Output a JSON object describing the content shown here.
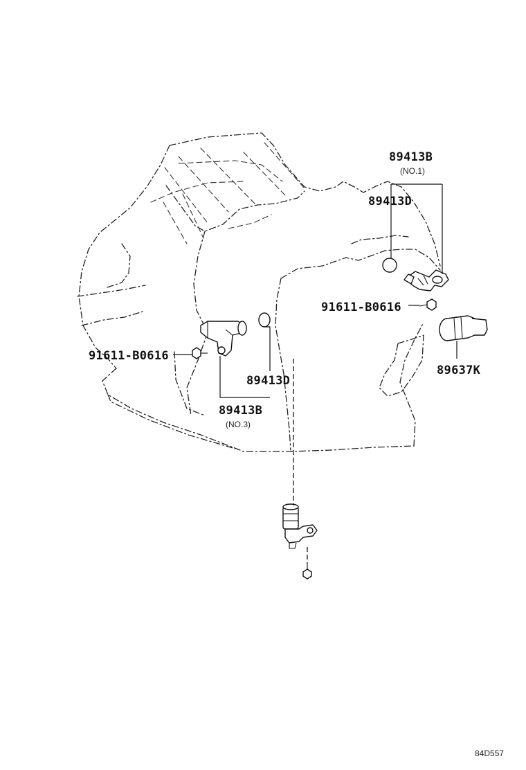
{
  "labels": {
    "speed_sensor_no1": {
      "part_number": "89413B",
      "note": "(NO.1)"
    },
    "oring_upper": {
      "part_number": "89413D"
    },
    "bolt_upper": {
      "part_number": "91611-B0616"
    },
    "pressure_switch": {
      "part_number": "89637K"
    },
    "bolt_left": {
      "part_number": "91611-B0616"
    },
    "oring_lower": {
      "part_number": "89413D"
    },
    "speed_sensor_no3": {
      "part_number": "89413B",
      "note": "(NO.3)"
    }
  },
  "illustration_code": "84D557"
}
